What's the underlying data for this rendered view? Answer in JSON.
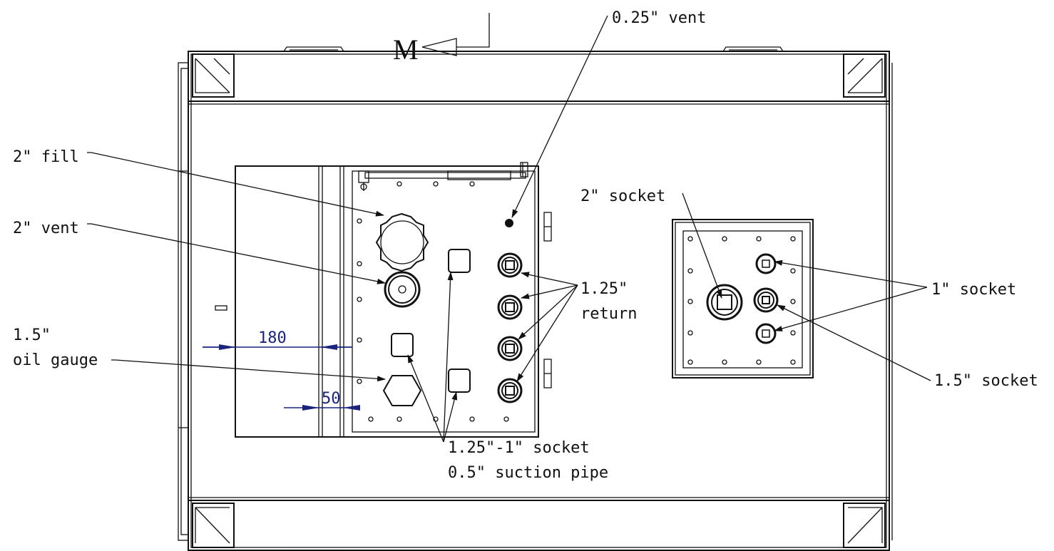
{
  "section_mark": "M",
  "labels": {
    "fill_2in": "2\" fill",
    "vent_2in": "2\" vent",
    "oil_gauge_line1": "1.5\"",
    "oil_gauge_line2": "oil gauge",
    "vent_025in": "0.25\" vent",
    "return_line1": "1.25\"",
    "return_line2": "return",
    "socket_suction_line1": "1.25\"-1\" socket",
    "socket_suction_line2": "0.5\" suction pipe",
    "socket_2in": "2\" socket",
    "socket_1in": "1\" socket",
    "socket_15in": "1.5\" socket"
  },
  "dimensions": {
    "dim_180": "180",
    "dim_50": "50"
  },
  "colors": {
    "line": "#111111",
    "dimension": "#1a237e"
  }
}
